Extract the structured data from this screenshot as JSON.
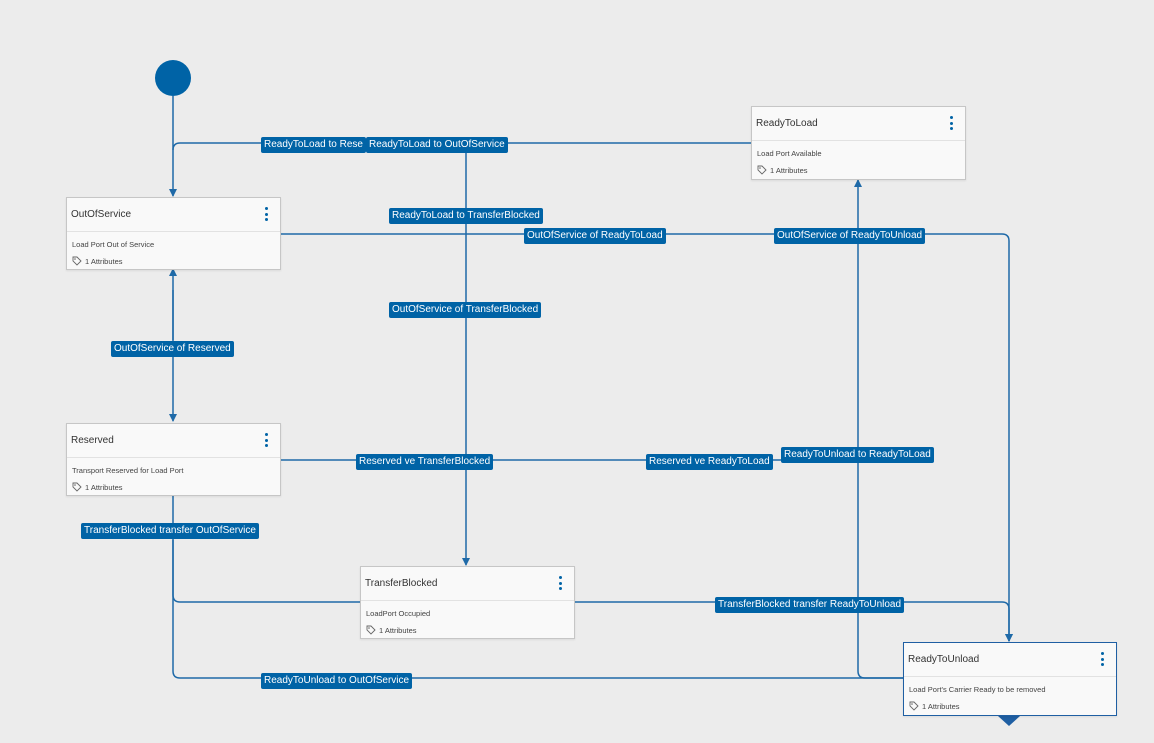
{
  "nodes": {
    "ready_to_load": {
      "title": "ReadyToLoad",
      "description": "Load Port Available",
      "attributes": "1 Attributes"
    },
    "out_of_service": {
      "title": "OutOfService",
      "description": "Load Port Out of Service",
      "attributes": "1 Attributes"
    },
    "reserved": {
      "title": "Reserved",
      "description": "Transport Reserved for Load Port",
      "attributes": "1 Attributes"
    },
    "transfer_blocked": {
      "title": "TransferBlocked",
      "description": "LoadPort Occupied",
      "attributes": "1 Attributes"
    },
    "ready_to_unload": {
      "title": "ReadyToUnload",
      "description": "Load Port's Carrier Ready to be removed",
      "attributes": "1 Attributes"
    }
  },
  "edges": {
    "rtl_to_reserved": "ReadyToLoad to Rese",
    "rtl_to_oos": "ReadyToLoad to OutOfService",
    "rtl_to_tb": "ReadyToLoad to TransferBlocked",
    "oos_of_rtl": "OutOfService of ReadyToLoad",
    "oos_of_rtu": "OutOfService of ReadyToUnload",
    "oos_of_tb": "OutOfService of TransferBlocked",
    "oos_of_reserved": "OutOfService of Reserved",
    "reserved_ve_tb": "Reserved ve TransferBlocked",
    "reserved_ve_rtl": "Reserved ve ReadyToLoad",
    "rtu_to_rtl": "ReadyToUnload to ReadyToLoad",
    "tb_transfer_oos": "TransferBlocked transfer OutOfService",
    "tb_transfer_rtu": "TransferBlocked transfer ReadyToUnload",
    "rtu_to_oos": "ReadyToUnload to OutOfService"
  },
  "colors": {
    "accent": "#0063a6",
    "line": "#1f6aa8",
    "background": "#ececec"
  }
}
